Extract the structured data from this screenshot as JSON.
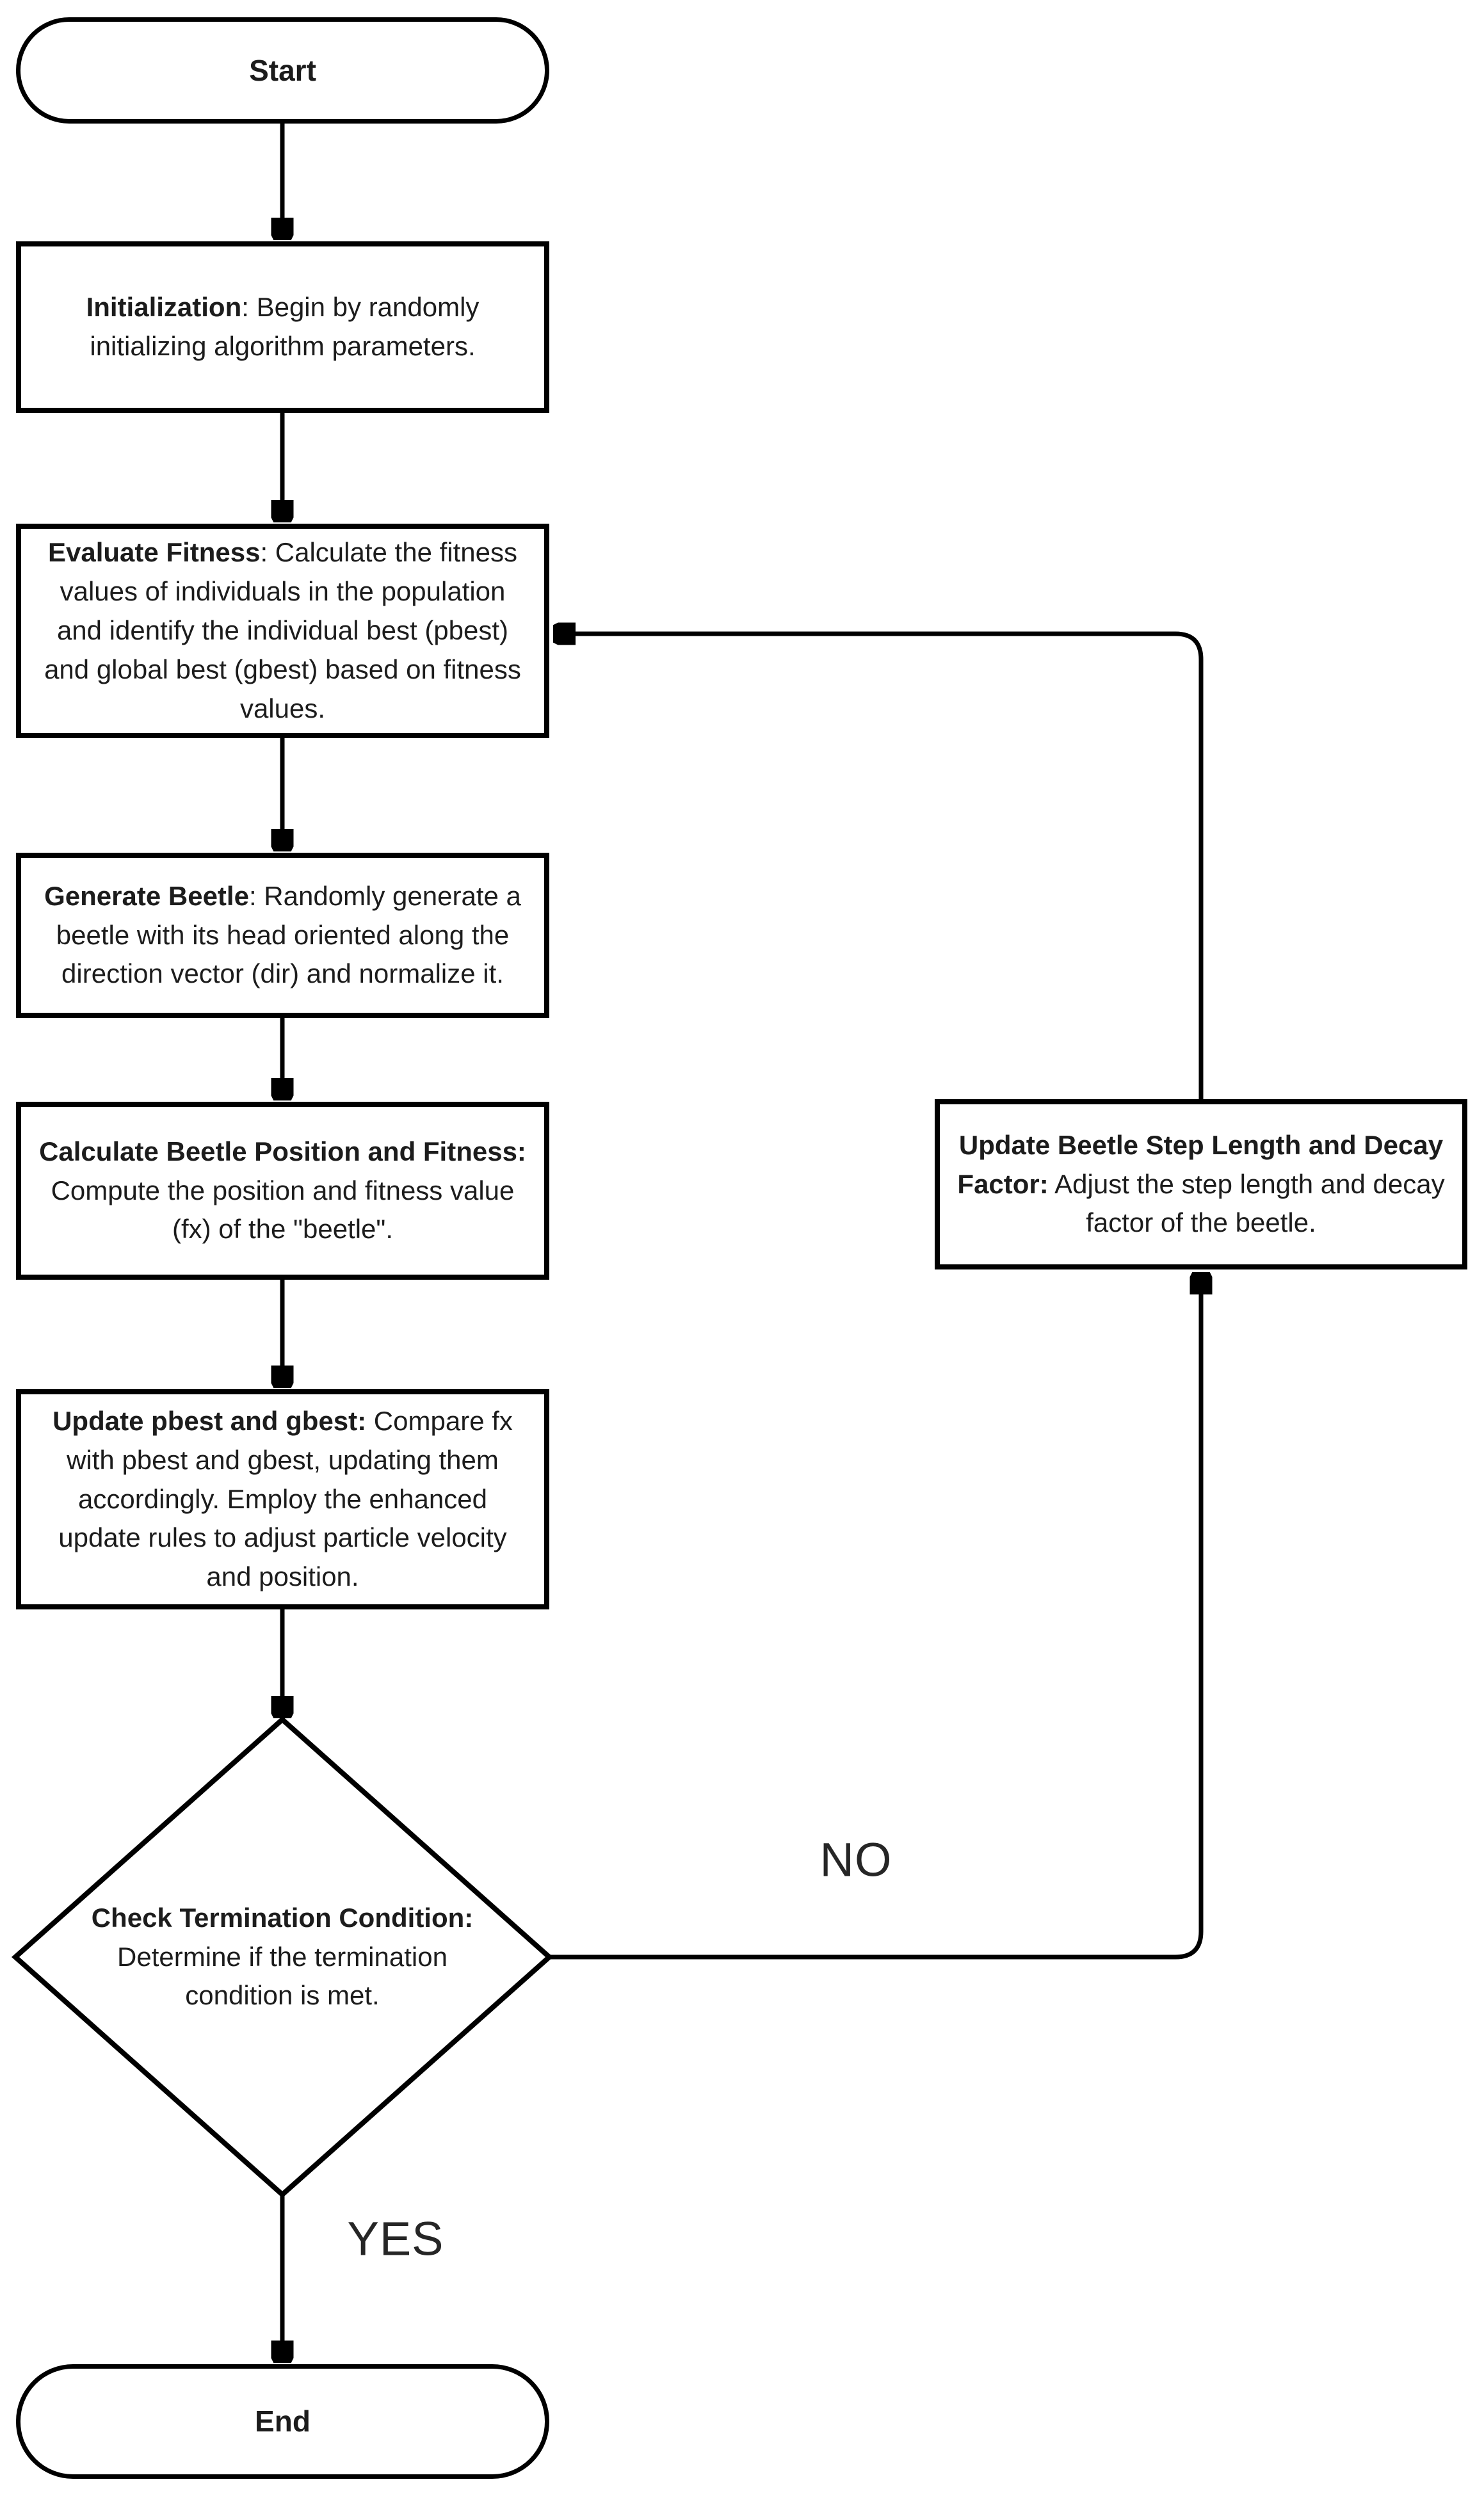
{
  "flowchart": {
    "colors": {
      "background": "#ffffff",
      "line": "#000000",
      "text": "#1c1c1c"
    },
    "nodes": {
      "start": {
        "label": "Start"
      },
      "initialization": {
        "title": "Initialization",
        "rest": ": Begin by randomly initializing algorithm parameters."
      },
      "evaluate_fitness": {
        "title": "Evaluate Fitness",
        "rest": ": Calculate the fitness values of individuals in the population and identify the individual best (pbest) and global best (gbest) based on fitness values."
      },
      "generate_beetle": {
        "title": "Generate Beetle",
        "rest": ": Randomly generate a beetle with its head oriented along the direction vector (dir) and normalize it."
      },
      "calculate_position": {
        "title": "Calculate Beetle Position and Fitness:",
        "rest": " Compute the position and fitness value (fx) of the \"beetle\"."
      },
      "update_pbest": {
        "title": "Update pbest and gbest:",
        "rest": " Compare fx with pbest and gbest, updating them accordingly. Employ the enhanced update rules to adjust particle velocity and position."
      },
      "check_termination": {
        "title": "Check Termination Condition:",
        "rest": " Determine if the termination condition is met."
      },
      "update_step": {
        "title": "Update Beetle Step Length and Decay Factor:",
        "rest": " Adjust the step length and decay factor of the beetle."
      },
      "end": {
        "label": "End"
      }
    },
    "labels": {
      "no": "NO",
      "yes": "YES"
    }
  }
}
